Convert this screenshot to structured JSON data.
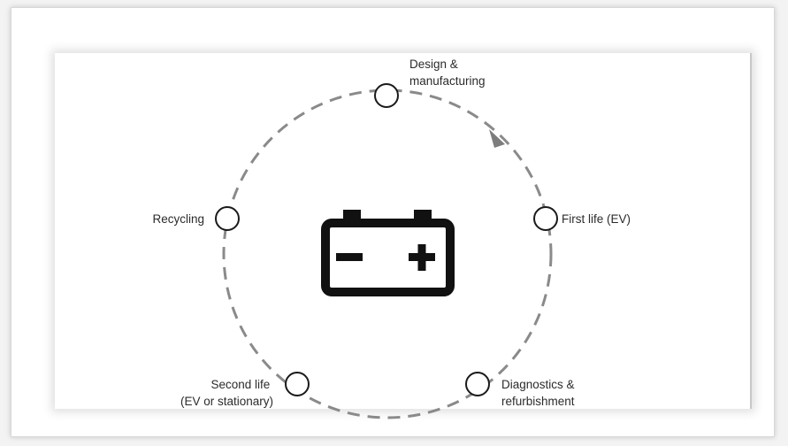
{
  "diagram": {
    "center_icon": "battery-icon",
    "stages": [
      {
        "id": "design",
        "lines": [
          "Design &",
          "manufacturing"
        ]
      },
      {
        "id": "first-life",
        "lines": [
          "First life (EV)"
        ]
      },
      {
        "id": "diagnostics",
        "lines": [
          "Diagnostics &",
          "refurbishment"
        ]
      },
      {
        "id": "second-life",
        "lines": [
          "Second life",
          "(EV or stationary)"
        ]
      },
      {
        "id": "recycling",
        "lines": [
          "Recycling"
        ]
      }
    ],
    "colors": {
      "cycle_line": "#8a8a8a",
      "node_stroke": "#1a1a1a",
      "icon": "#111111",
      "text": "#2b2b2b"
    }
  }
}
